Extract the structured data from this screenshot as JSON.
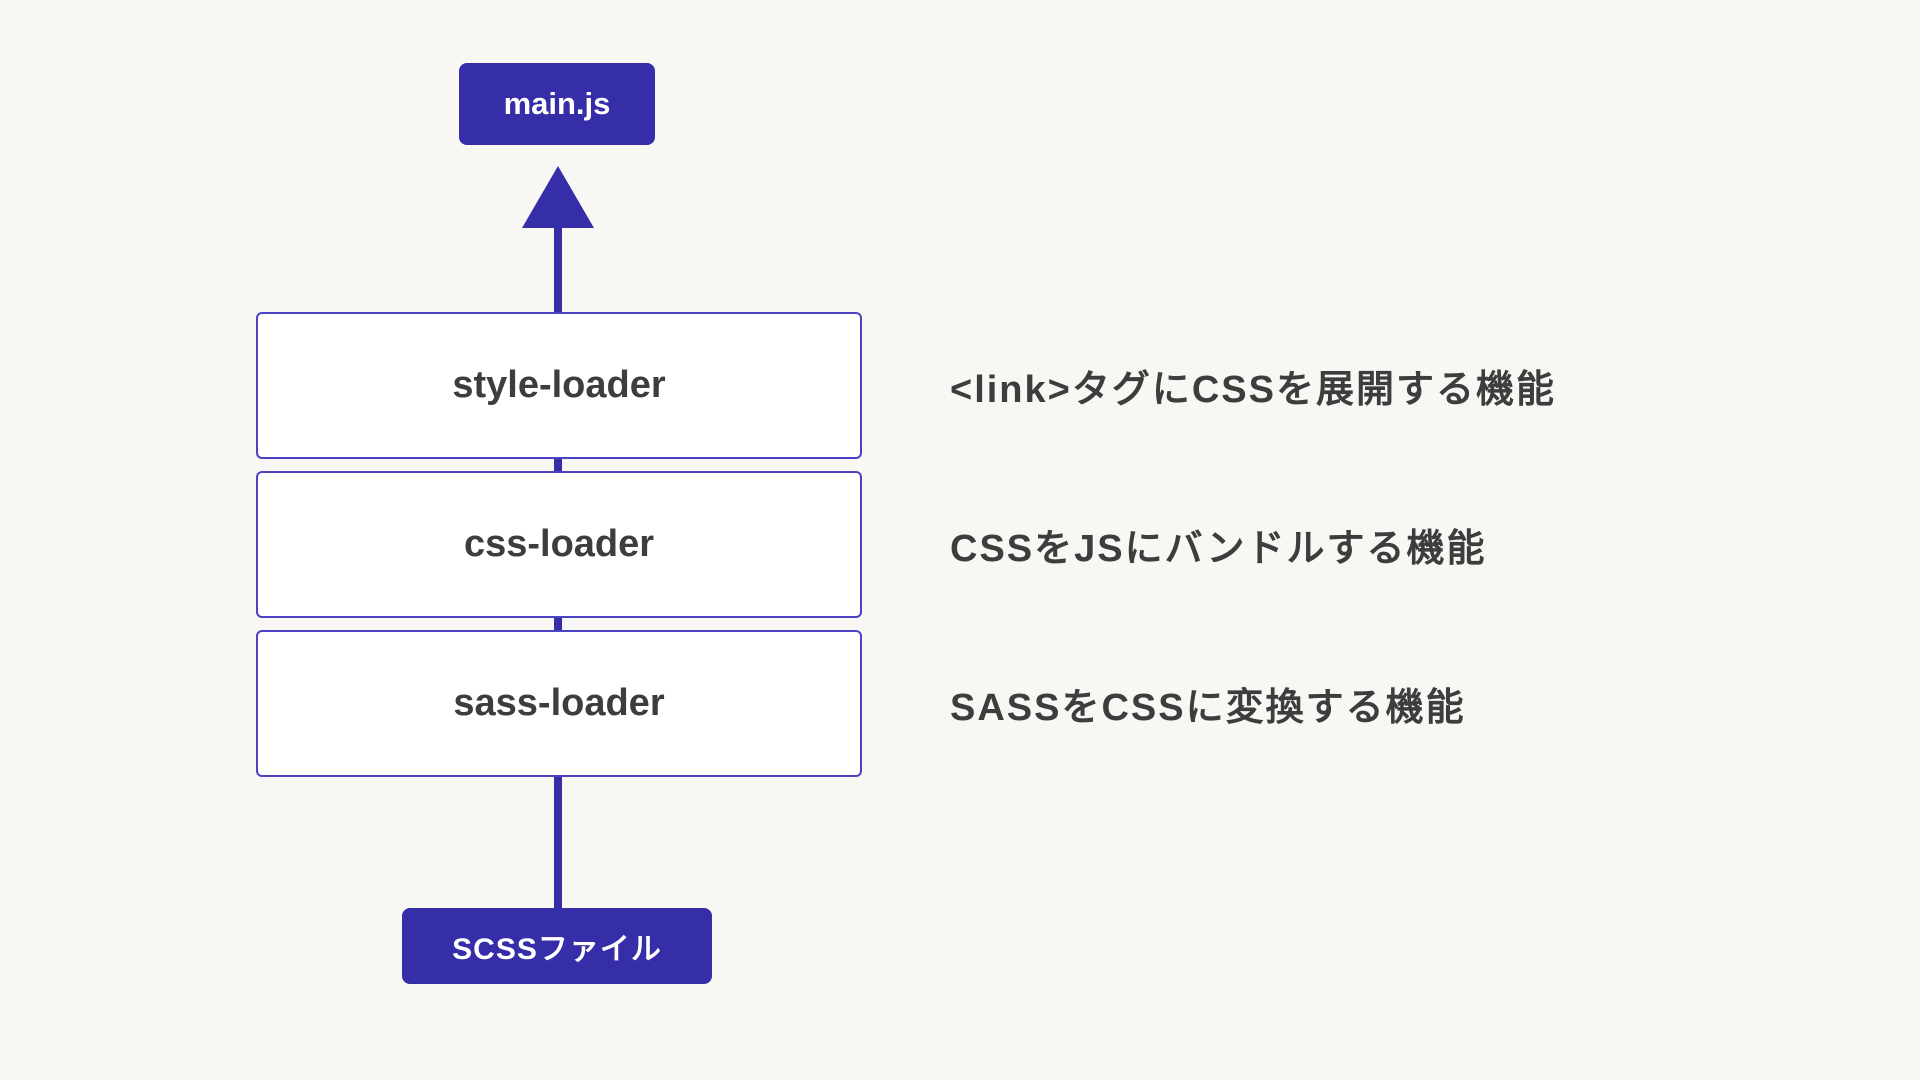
{
  "colors": {
    "primary": "#362da8",
    "box_border": "#4b42c6",
    "background": "#f8f7f4",
    "text": "#3d3d3d",
    "node_text": "#ffffff"
  },
  "diagram": {
    "output": {
      "label": "main.js"
    },
    "loaders": [
      {
        "name": "style-loader",
        "description": "<link>タグにCSSを展開する機能"
      },
      {
        "name": "css-loader",
        "description": "CSSをJSにバンドルする機能"
      },
      {
        "name": "sass-loader",
        "description": "SASSをCSSに変換する機能"
      }
    ],
    "input": {
      "label": "SCSSファイル"
    },
    "flow_direction": "bottom-to-top"
  }
}
